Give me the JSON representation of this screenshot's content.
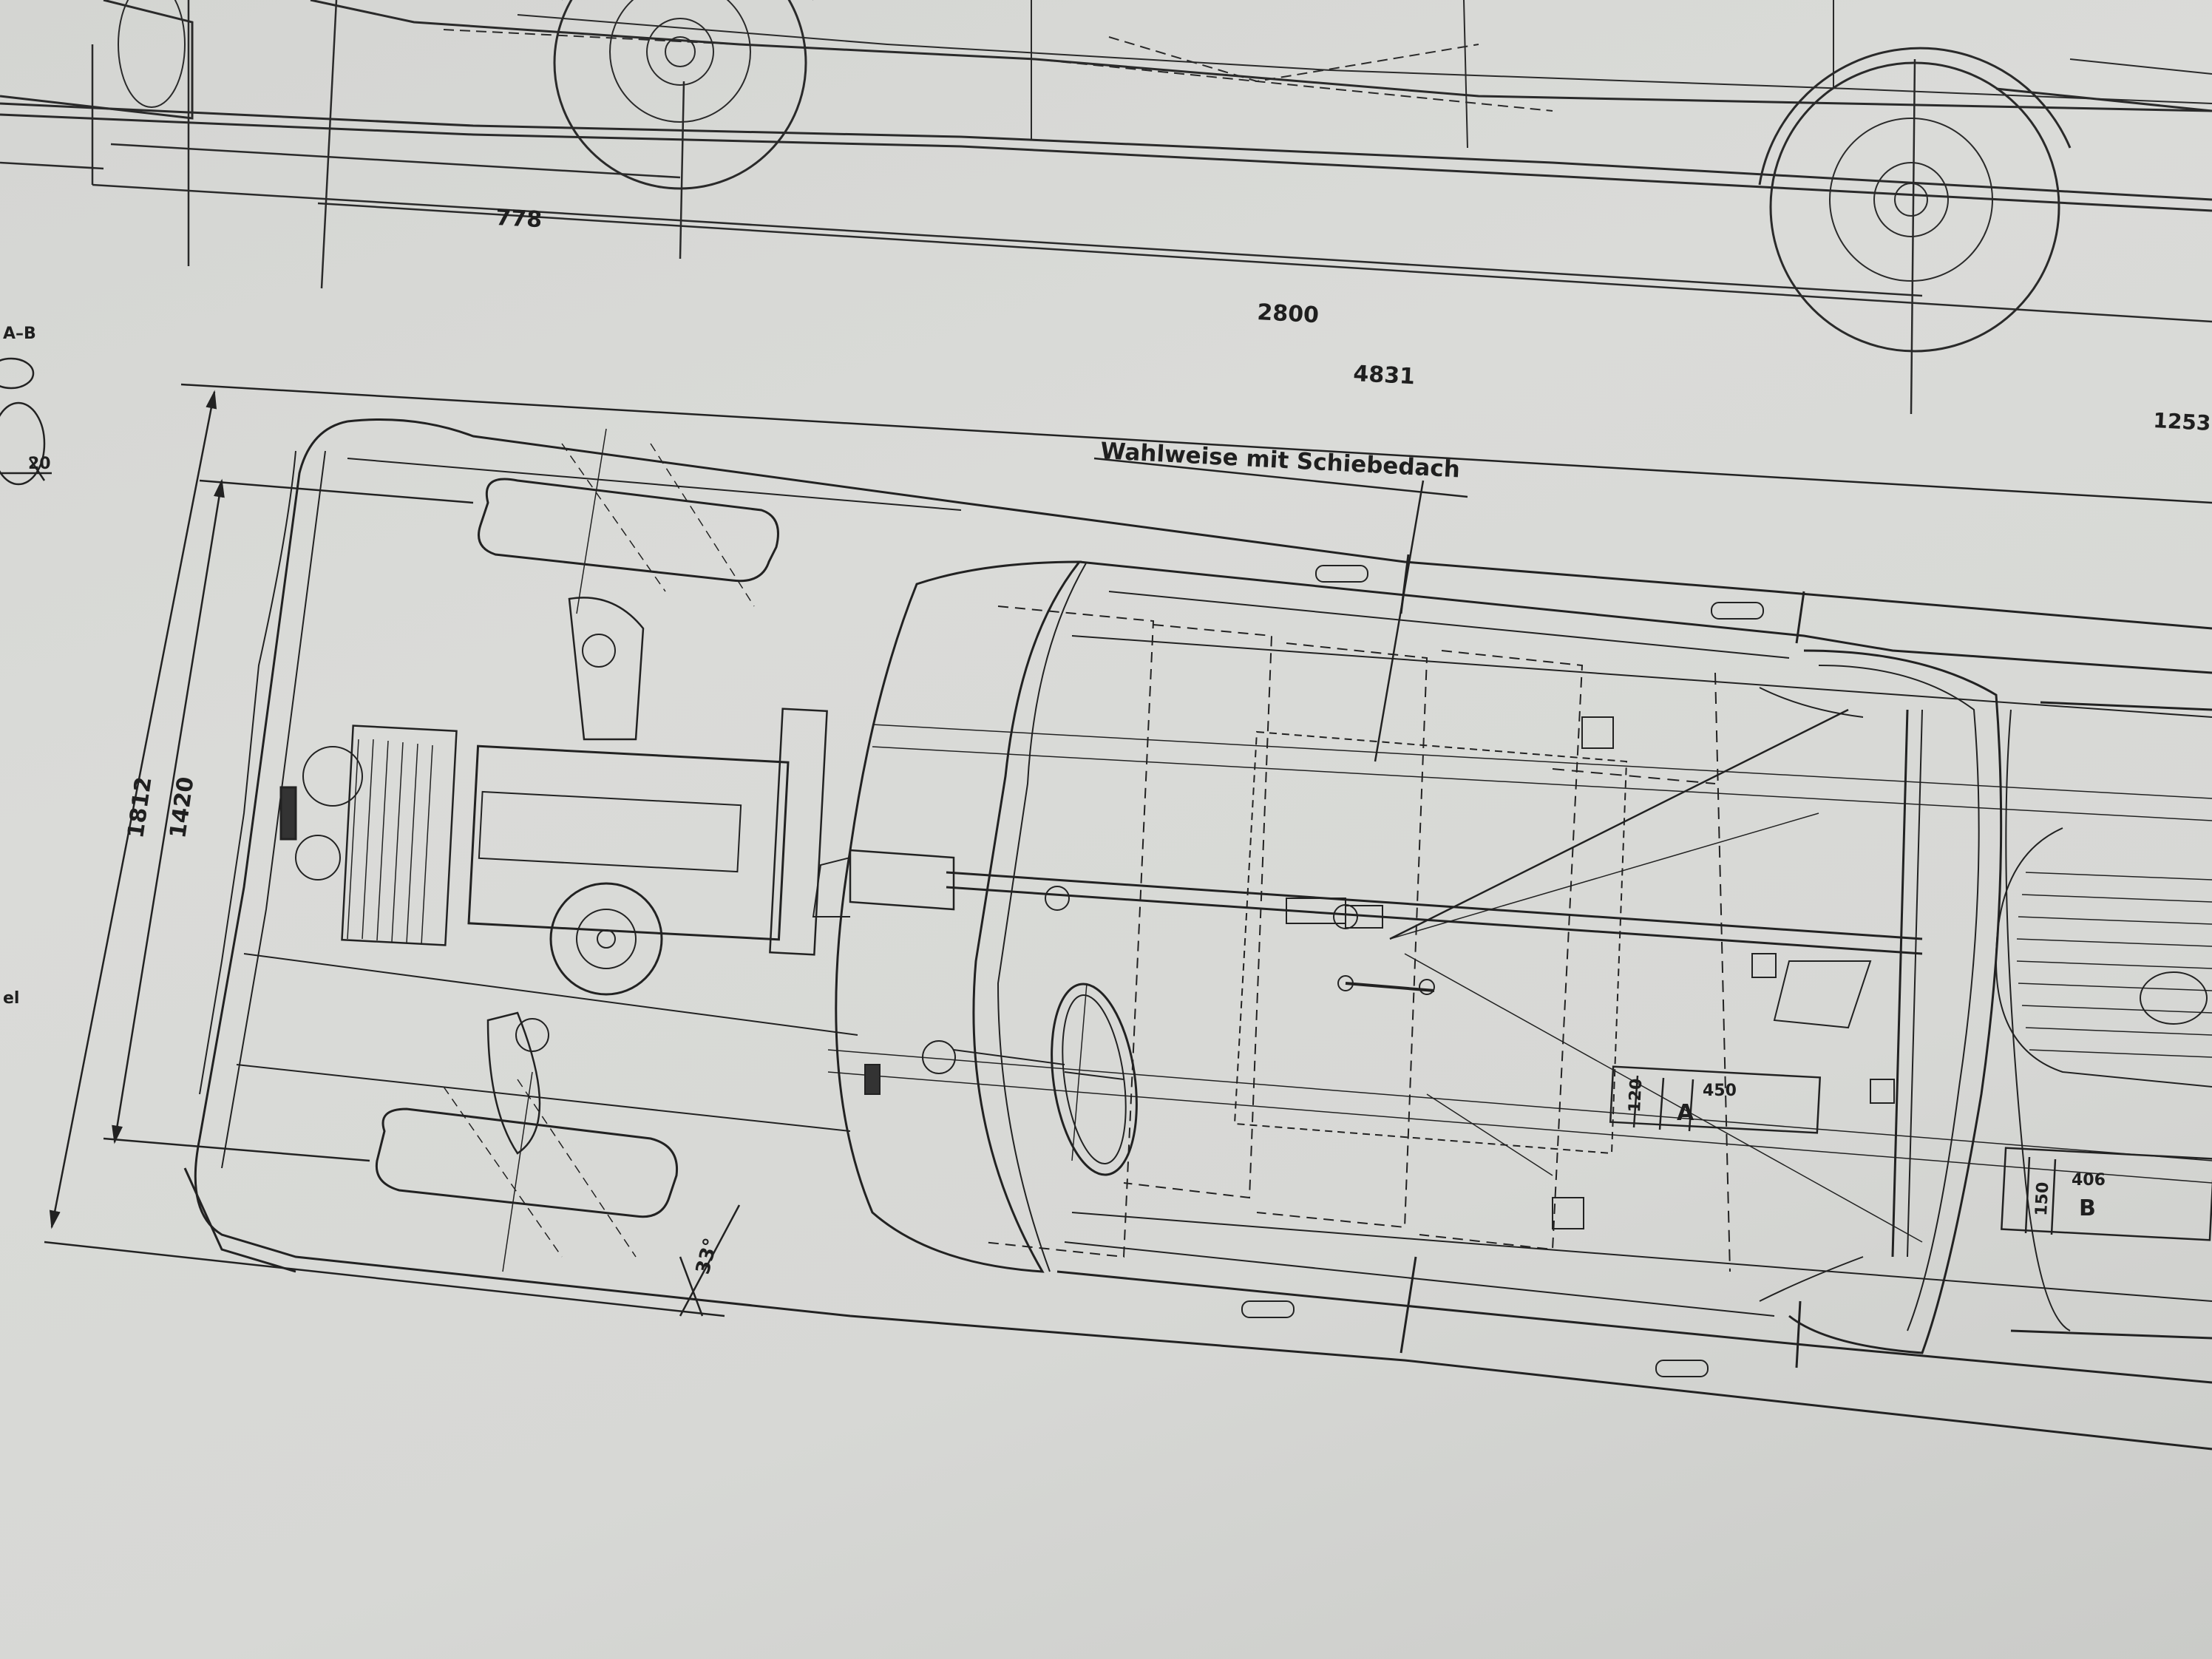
{
  "dimensions": {
    "d778": "778",
    "d2800": "2800",
    "d4831": "4831",
    "d1253": "1253",
    "d1812": "1812",
    "d1420": "1420",
    "d20": "20",
    "angle": "33°",
    "ab": "A–B"
  },
  "labels": {
    "sunroof": "Wahlweise mit Schiebedach",
    "edge_fragment": "el"
  },
  "boxes": {
    "a_h": "120",
    "a_w": "450",
    "a_letter": "A",
    "b_h": "150",
    "b_w": "406",
    "b_letter": "B"
  },
  "colors": {
    "paper": "#d7d8d5",
    "ink": "#1f1f1f"
  }
}
